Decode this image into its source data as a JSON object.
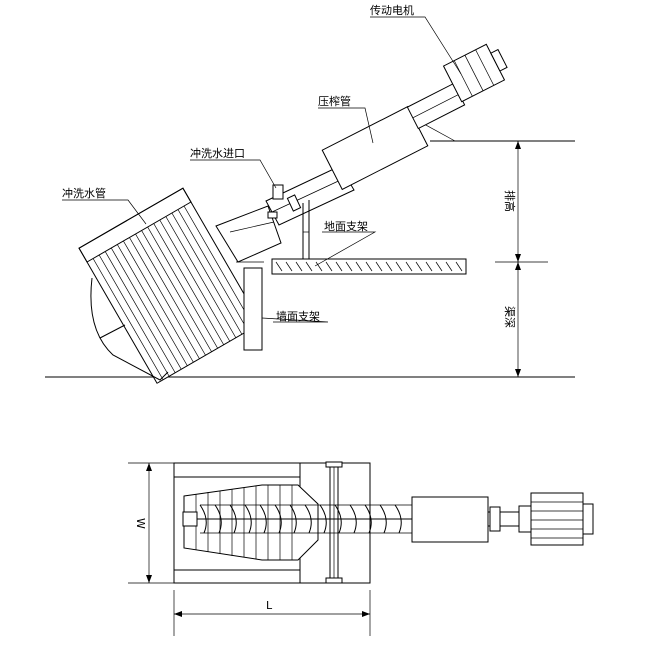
{
  "labels": {
    "motor": "传动电机",
    "press_tube": "压榨管",
    "wash_water_inlet": "冲洗水进口",
    "wash_water_pipe": "冲洗水管",
    "ground_support": "地面支架",
    "wall_support": "墙面支架",
    "discharge_height": "排高",
    "channel_depth": "渠深",
    "width": "W",
    "length": "L"
  },
  "colors": {
    "line": "#000000",
    "background": "#ffffff"
  }
}
